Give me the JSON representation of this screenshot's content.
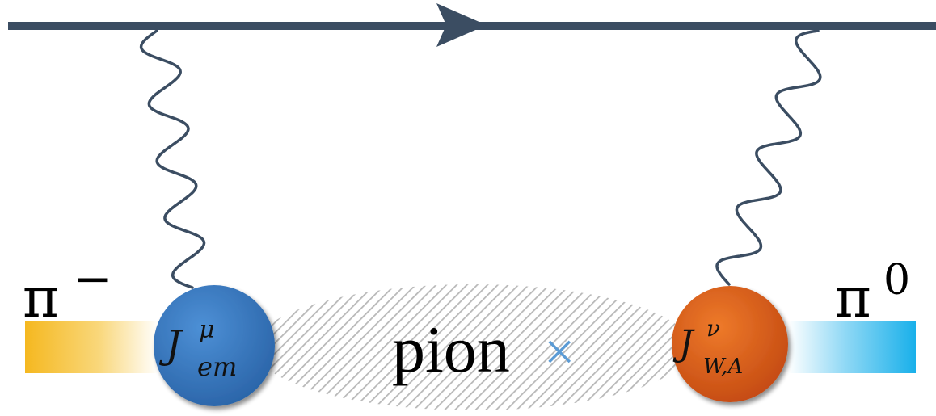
{
  "diagram": {
    "labels": {
      "pi_minus": {
        "base": "π",
        "sup": "−"
      },
      "pi_zero": {
        "base": "π",
        "sup": "0"
      },
      "blob": "pion",
      "blob_marker": "×"
    },
    "currents": {
      "left": {
        "base": "J",
        "sup": "μ",
        "sub": "em"
      },
      "right": {
        "base": "J",
        "sup": "ν",
        "sub": "W,A"
      }
    },
    "colors": {
      "fermion_line": "#3b4d62",
      "photon_line": "#3b4d62",
      "left_vertex": "#2e6eb5",
      "right_vertex": "#d2541a",
      "pi_minus_band": "#f5b820",
      "pi_zero_band": "#19b0ea",
      "blob_hatch": "#b8b8b8",
      "blob_marker": "#5b9bd5"
    }
  }
}
